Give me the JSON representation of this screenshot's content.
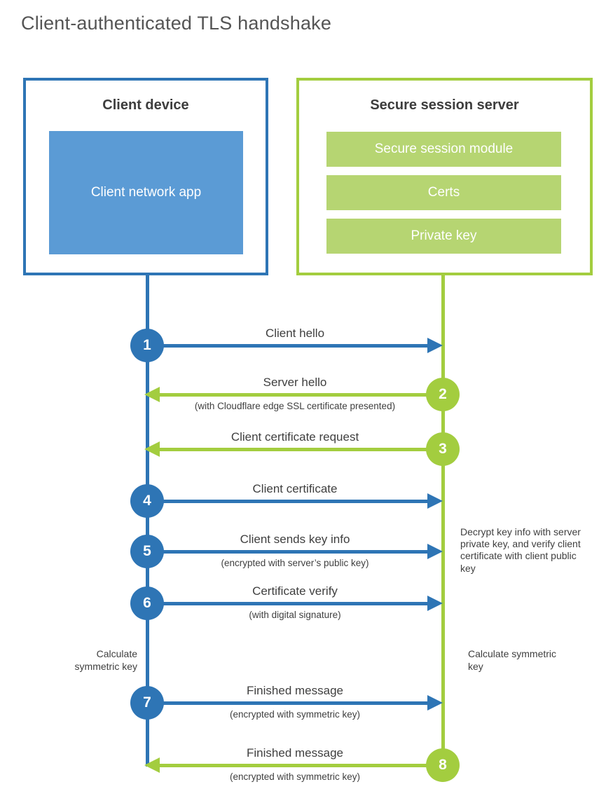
{
  "title": "Client-authenticated TLS handshake",
  "client_box": {
    "title": "Client device",
    "app_label": "Client network app"
  },
  "server_box": {
    "title": "Secure session server",
    "modules": [
      "Secure session module",
      "Certs",
      "Private key"
    ]
  },
  "steps": [
    {
      "num": "1",
      "direction": "right",
      "color": "blue",
      "label": "Client hello",
      "sub": ""
    },
    {
      "num": "2",
      "direction": "left",
      "color": "green",
      "label": "Server hello",
      "sub": "(with Cloudflare edge SSL certificate presented)"
    },
    {
      "num": "3",
      "direction": "left",
      "color": "green",
      "label": "Client certificate request",
      "sub": ""
    },
    {
      "num": "4",
      "direction": "right",
      "color": "blue",
      "label": "Client certificate",
      "sub": ""
    },
    {
      "num": "5",
      "direction": "right",
      "color": "blue",
      "label": "Client sends key info",
      "sub": "(encrypted with server’s public key)"
    },
    {
      "num": "6",
      "direction": "right",
      "color": "blue",
      "label": "Certificate verify",
      "sub": "(with digital signature)"
    },
    {
      "num": "7",
      "direction": "right",
      "color": "blue",
      "label": "Finished message",
      "sub": "(encrypted with symmetric key)"
    },
    {
      "num": "8",
      "direction": "left",
      "color": "green",
      "label": "Finished message",
      "sub": "(encrypted with symmetric key)"
    }
  ],
  "annotations": {
    "decrypt_note": "Decrypt key info with server private key, and verify client certificate with client public key",
    "calc_left": "Calculate symmetric key",
    "calc_right": "Calculate symmetric key"
  },
  "colors": {
    "blue": "#2e75b5",
    "blue_light": "#5b9bd5",
    "green": "#a3cd3f",
    "green_light": "#b6d572",
    "text": "#3f3f3f",
    "title": "#555555"
  }
}
